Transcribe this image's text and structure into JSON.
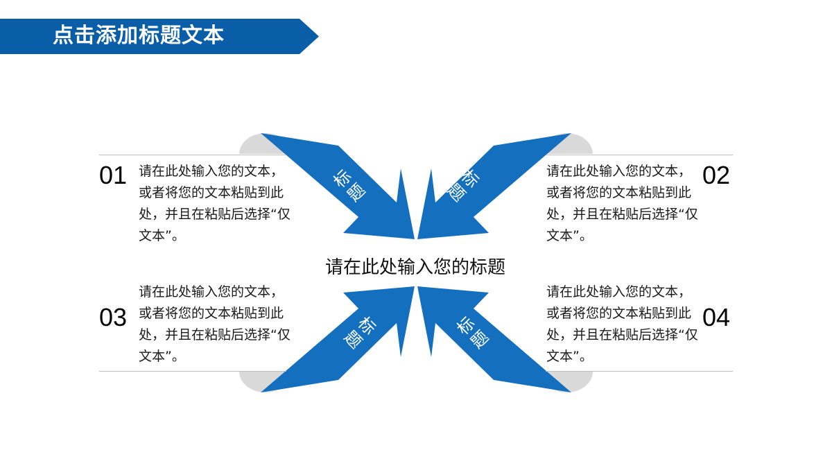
{
  "header": {
    "title": "点击添加标题文本",
    "banner_color": "#0a5ea8"
  },
  "center": {
    "title": "请在此处输入您的标题"
  },
  "colors": {
    "arrow": "#1470bf",
    "semicircle": "#d9d9d9",
    "divider": "#bfbfbf"
  },
  "items": [
    {
      "number": "01",
      "text": "请在此处输入您的文本，或者将您的文本粘贴到此处，并且在粘贴后选择“仅文本”。",
      "arrow_label": "标题"
    },
    {
      "number": "02",
      "text": "请在此处输入您的文本，或者将您的文本粘贴到此处，并且在粘贴后选择“仅文本”。",
      "arrow_label": "标题"
    },
    {
      "number": "03",
      "text": "请在此处输入您的文本，或者将您的文本粘贴到此处，并且在粘贴后选择“仅文本”。",
      "arrow_label": "标题"
    },
    {
      "number": "04",
      "text": "请在此处输入您的文本，或者将您的文本粘贴到此处，并且在粘贴后选择“仅文本”。",
      "arrow_label": "标题"
    }
  ]
}
